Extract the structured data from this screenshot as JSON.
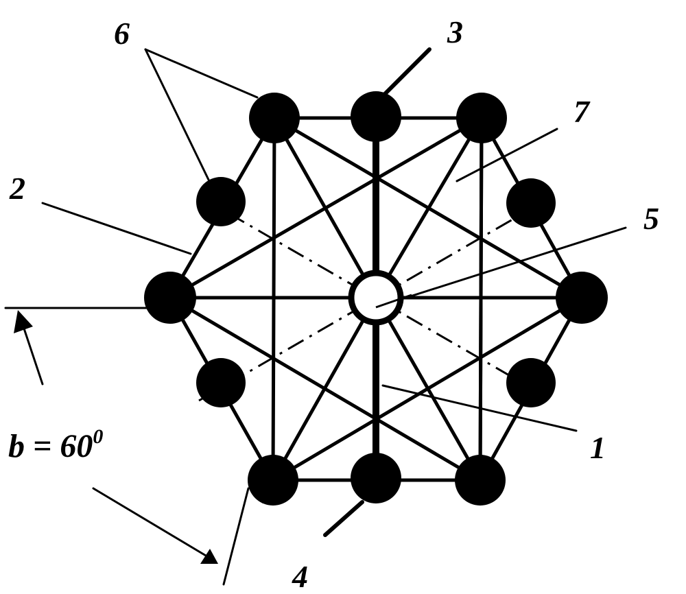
{
  "labels": {
    "l1": "1",
    "l2": "2",
    "l3": "3",
    "l4": "4",
    "l5": "5",
    "l6": "6",
    "l7": "7"
  },
  "angle": {
    "prefix": "b = 60",
    "exponent": "0"
  },
  "colors": {
    "ink": "#000000",
    "paper": "#ffffff"
  }
}
